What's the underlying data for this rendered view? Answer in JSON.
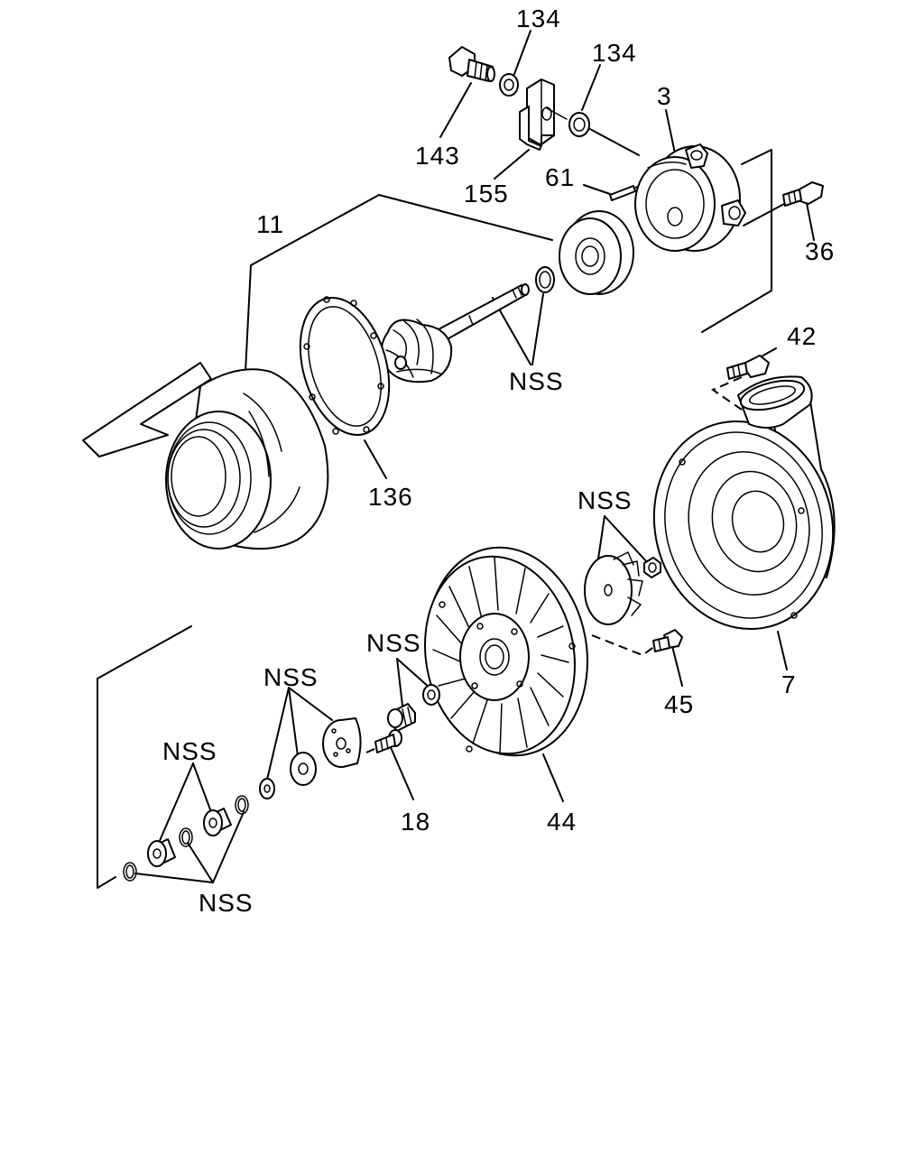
{
  "callouts": {
    "c134a": "134",
    "c134b": "134",
    "c3": "3",
    "c143": "143",
    "c155": "155",
    "c61": "61",
    "c11": "11",
    "c36": "36",
    "c42": "42",
    "cNSS_shaft": "NSS",
    "c136": "136",
    "cNSS_impeller": "NSS",
    "c7": "7",
    "cNSS_sleeve": "NSS",
    "cNSS_plates": "NSS",
    "c45": "45",
    "cNSS_bearings": "NSS",
    "c18": "18",
    "c44": "44",
    "cNSS_rings": "NSS"
  }
}
